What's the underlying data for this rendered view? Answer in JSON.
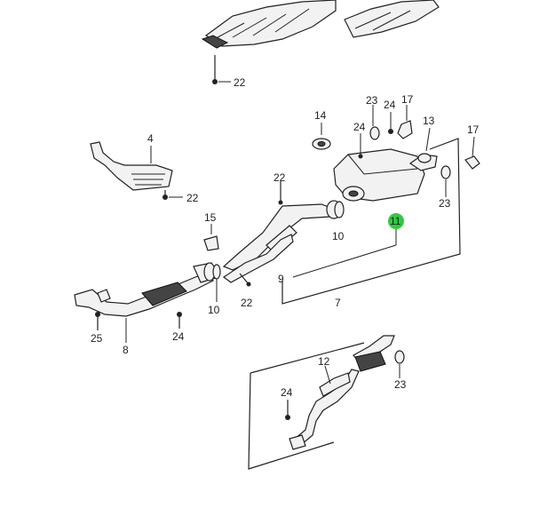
{
  "callouts": [
    {
      "id": "c22a",
      "text": "22"
    },
    {
      "id": "c4",
      "text": "4"
    },
    {
      "id": "c22b",
      "text": "22"
    },
    {
      "id": "c14",
      "text": "14"
    },
    {
      "id": "c23a",
      "text": "23"
    },
    {
      "id": "c24a",
      "text": "24"
    },
    {
      "id": "c17a",
      "text": "17"
    },
    {
      "id": "c24b",
      "text": "24"
    },
    {
      "id": "c13",
      "text": "13"
    },
    {
      "id": "c17b",
      "text": "17"
    },
    {
      "id": "c22c",
      "text": "22"
    },
    {
      "id": "c15",
      "text": "15"
    },
    {
      "id": "c10a",
      "text": "10"
    },
    {
      "id": "c11",
      "text": "11"
    },
    {
      "id": "c23b",
      "text": "23"
    },
    {
      "id": "c9",
      "text": "9"
    },
    {
      "id": "c7",
      "text": "7"
    },
    {
      "id": "c22d",
      "text": "22"
    },
    {
      "id": "c10b",
      "text": "10"
    },
    {
      "id": "c25",
      "text": "25"
    },
    {
      "id": "c8",
      "text": "8"
    },
    {
      "id": "c24c",
      "text": "24"
    },
    {
      "id": "c12",
      "text": "12"
    },
    {
      "id": "c23c",
      "text": "23"
    },
    {
      "id": "c24d",
      "text": "24"
    }
  ],
  "highlight_color": "#2ecc40"
}
